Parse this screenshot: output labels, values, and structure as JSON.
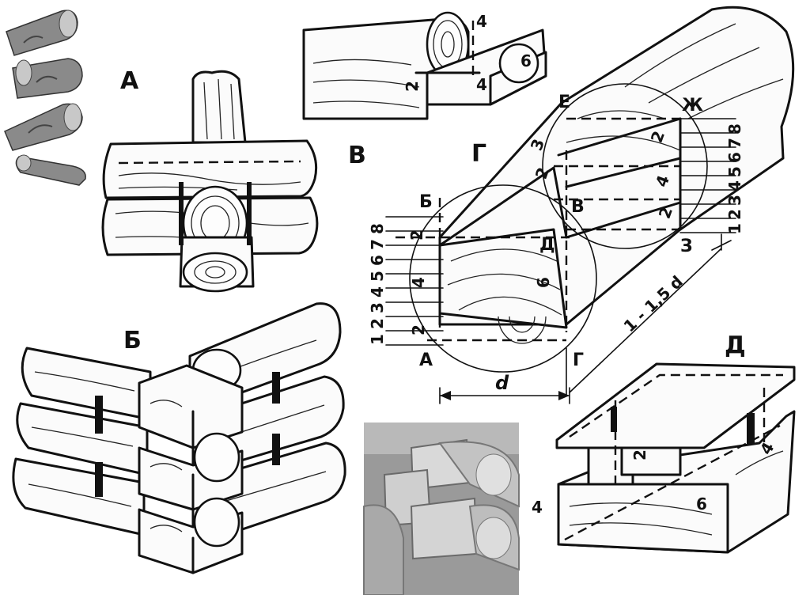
{
  "panels": {
    "A": "А",
    "B": "Б",
    "V": "В",
    "G": "Г",
    "D": "Д"
  },
  "main_diagram": {
    "point_labels": {
      "B": "Б",
      "V": "В",
      "D": "Д",
      "A": "А",
      "G": "Г",
      "E": "Е",
      "Zh": "Ж",
      "Z": "З"
    },
    "scale_ticks": [
      "1",
      "2",
      "3",
      "4",
      "5",
      "6",
      "7",
      "8"
    ],
    "dims": {
      "two_a": "2",
      "four": "4",
      "two_b": "2",
      "six": "6",
      "three": "3",
      "length": "1 - 1,5 d",
      "diameter": "d"
    }
  },
  "detail_v": {
    "labels": [
      "4",
      "2",
      "4",
      "6"
    ]
  },
  "detail_d": {
    "labels": [
      "2",
      "4",
      "6",
      "4"
    ]
  },
  "photo": {
    "description_hidden": true
  },
  "colors": {
    "ink": "#111111",
    "paper": "#ffffff",
    "photo_bg": "#9a9a9a"
  }
}
